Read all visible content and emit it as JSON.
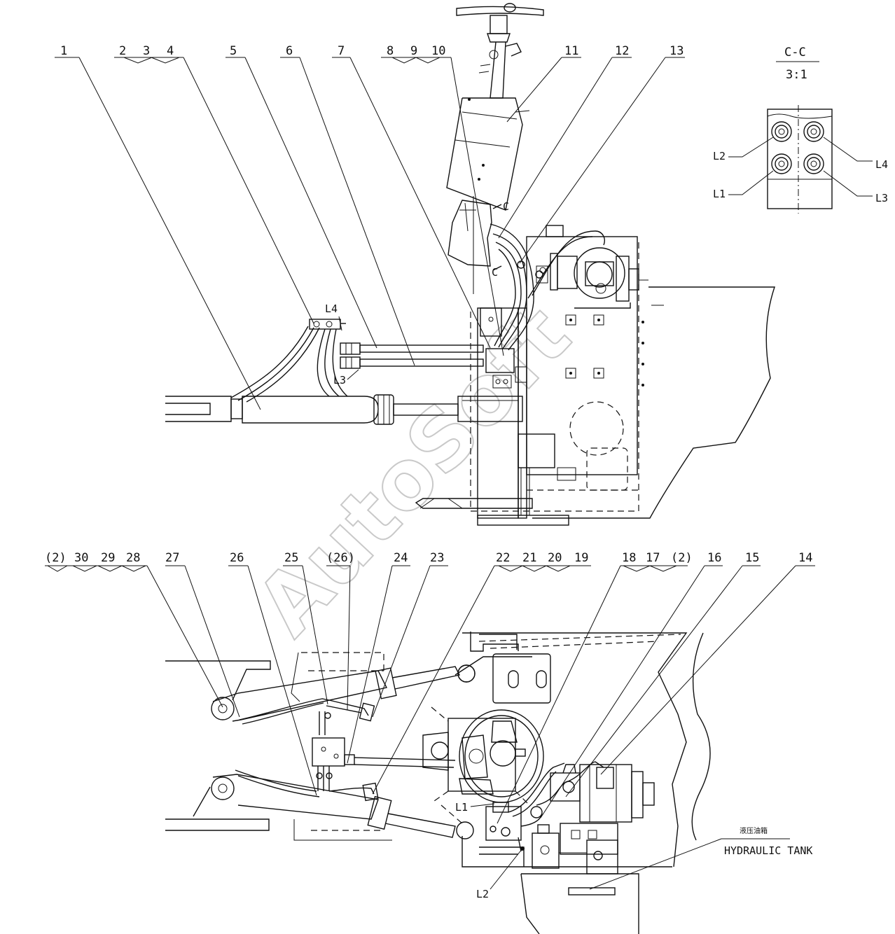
{
  "section": {
    "title": "C-C",
    "scale": "3:1"
  },
  "callouts_top": [
    "1",
    "2",
    "3",
    "4",
    "5",
    "6",
    "7",
    "8",
    "9",
    "10",
    "11",
    "12",
    "13"
  ],
  "callouts_bottom": [
    "(2)",
    "30",
    "29",
    "28",
    "27",
    "26",
    "25",
    "(26)",
    "24",
    "23",
    "22",
    "21",
    "20",
    "19",
    "18",
    "17",
    "(2)",
    "16",
    "15",
    "14"
  ],
  "port_labels": {
    "section_l1": "L1",
    "section_l2": "L2",
    "section_l3": "L3",
    "section_l4": "L4",
    "top_l4": "L4",
    "top_l3": "L3",
    "bottom_l1": "L1",
    "bottom_l2": "L2",
    "cut_marker_upper": "C",
    "cut_marker_lower": "C"
  },
  "hydraulic_tank": {
    "label_cn": "液压油箱",
    "label_en": "HYDRAULIC TANK"
  },
  "watermark": "AutoSoft"
}
